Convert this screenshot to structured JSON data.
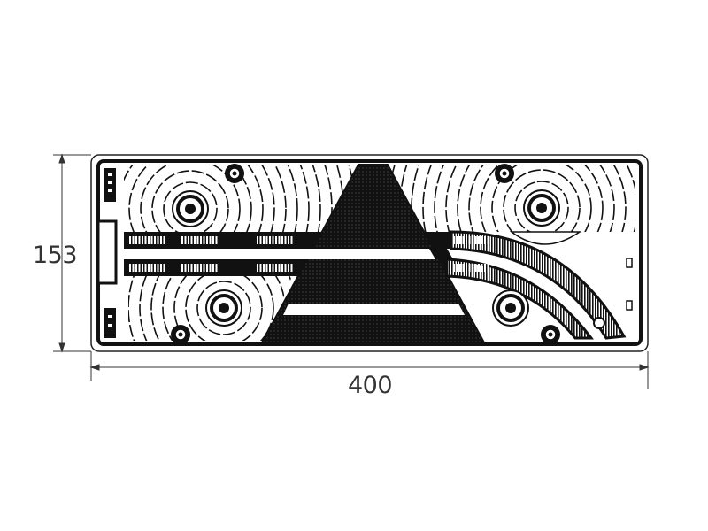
{
  "drawing": {
    "subject": "rear-lamp",
    "height_label": "153",
    "width_label": "400"
  },
  "colors": {
    "line": "#111111",
    "dimension": "#333333",
    "background": "#ffffff"
  }
}
